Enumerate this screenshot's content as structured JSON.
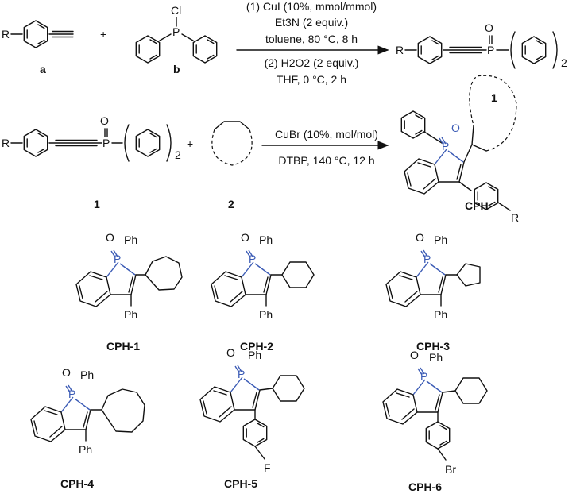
{
  "reaction1": {
    "conditions_above": [
      "(1) CuI (10%, mmol/mmol)",
      "Et3N  (2  equiv.)",
      "toluene, 80 °C, 8 h"
    ],
    "conditions_below": [
      "(2) H2O2 (2 equiv.)",
      "THF, 0 °C, 2 h"
    ],
    "reactant_a_label": "a",
    "reactant_b_label": "b",
    "product_label": "1",
    "plus": "+"
  },
  "reaction2": {
    "conditions_above": "CuBr (10%, mol/mol)",
    "conditions_below": "DTBP, 140 °C, 12 h",
    "reactant1_label": "1",
    "reactant2_label": "2",
    "product_label": "CPH",
    "plus": "+"
  },
  "atoms": {
    "R": "R",
    "Cl": "Cl",
    "P": "P",
    "O": "O",
    "Ph": "Ph",
    "F": "F",
    "Br": "Br",
    "two": "2"
  },
  "compounds": [
    {
      "label": "CPH-1"
    },
    {
      "label": "CPH-2"
    },
    {
      "label": "CPH-3"
    },
    {
      "label": "CPH-4"
    },
    {
      "label": "CPH-5"
    },
    {
      "label": "CPH-6"
    }
  ],
  "colors": {
    "phosphorus": "#3b5bb5",
    "ink": "#111111"
  }
}
